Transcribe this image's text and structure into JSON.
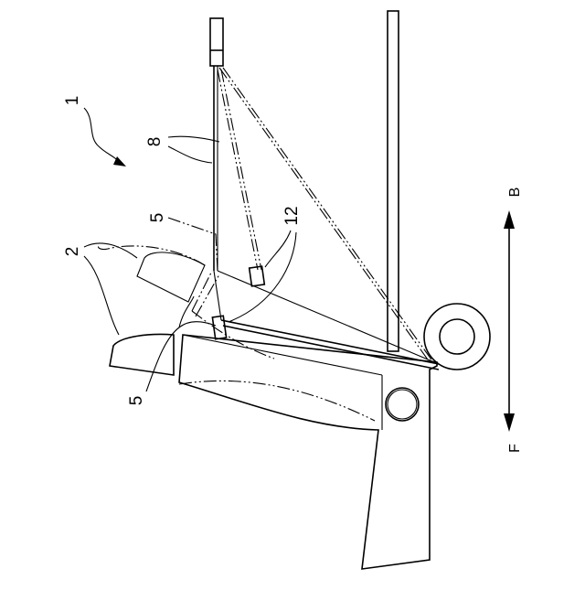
{
  "figure": {
    "labels": {
      "ref_1": "1",
      "ref_2": "2",
      "ref_5_upper": "5",
      "ref_5_lower": "5",
      "ref_8": "8",
      "ref_12": "12"
    },
    "directions": {
      "back": "B",
      "front": "F"
    }
  }
}
